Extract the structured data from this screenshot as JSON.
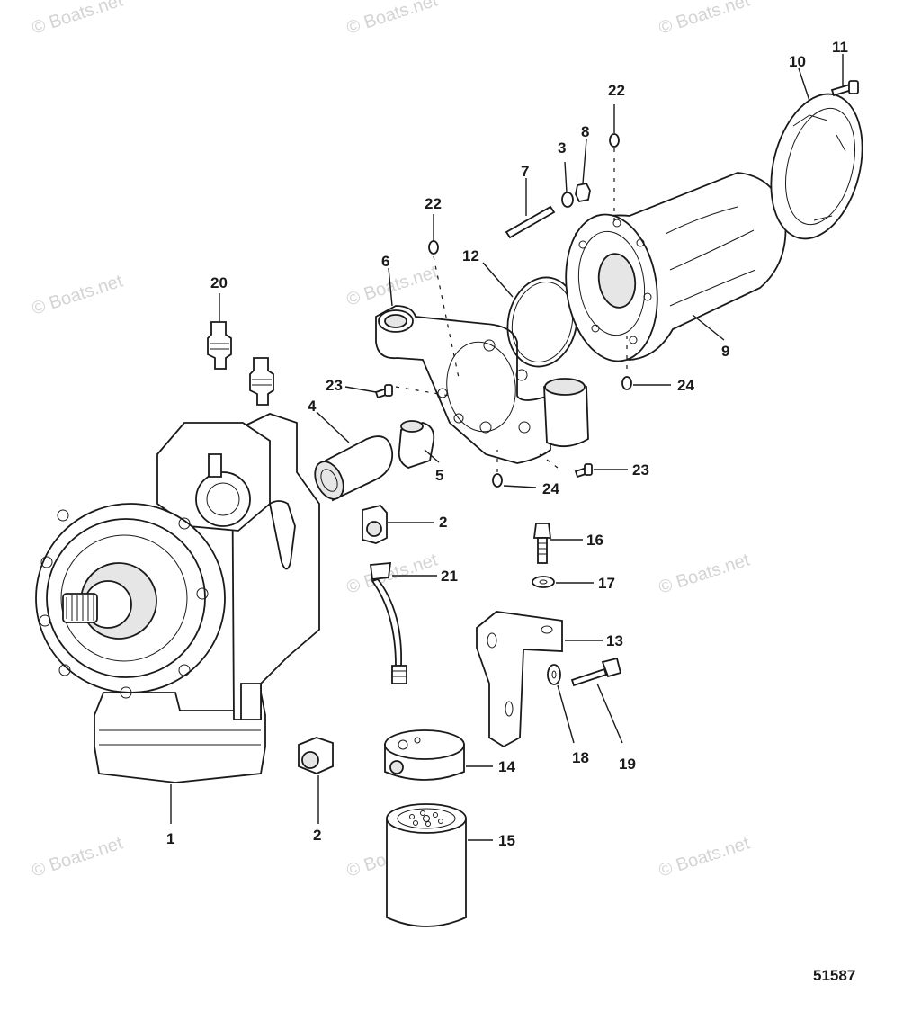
{
  "watermark": "© Boats.net",
  "figure_number": "51587",
  "callouts": [
    {
      "id": "c1",
      "label": "1"
    },
    {
      "id": "c2a",
      "label": "2"
    },
    {
      "id": "c2b",
      "label": "2"
    },
    {
      "id": "c3",
      "label": "3"
    },
    {
      "id": "c4",
      "label": "4"
    },
    {
      "id": "c5",
      "label": "5"
    },
    {
      "id": "c6",
      "label": "6"
    },
    {
      "id": "c7",
      "label": "7"
    },
    {
      "id": "c8",
      "label": "8"
    },
    {
      "id": "c9",
      "label": "9"
    },
    {
      "id": "c10",
      "label": "10"
    },
    {
      "id": "c11",
      "label": "11"
    },
    {
      "id": "c12",
      "label": "12"
    },
    {
      "id": "c13",
      "label": "13"
    },
    {
      "id": "c14",
      "label": "14"
    },
    {
      "id": "c15",
      "label": "15"
    },
    {
      "id": "c16",
      "label": "16"
    },
    {
      "id": "c17",
      "label": "17"
    },
    {
      "id": "c18",
      "label": "18"
    },
    {
      "id": "c19",
      "label": "19"
    },
    {
      "id": "c20",
      "label": "20"
    },
    {
      "id": "c21",
      "label": "21"
    },
    {
      "id": "c22a",
      "label": "22"
    },
    {
      "id": "c22b",
      "label": "22"
    },
    {
      "id": "c23a",
      "label": "23"
    },
    {
      "id": "c23b",
      "label": "23"
    },
    {
      "id": "c24a",
      "label": "24"
    },
    {
      "id": "c24b",
      "label": "24"
    }
  ]
}
